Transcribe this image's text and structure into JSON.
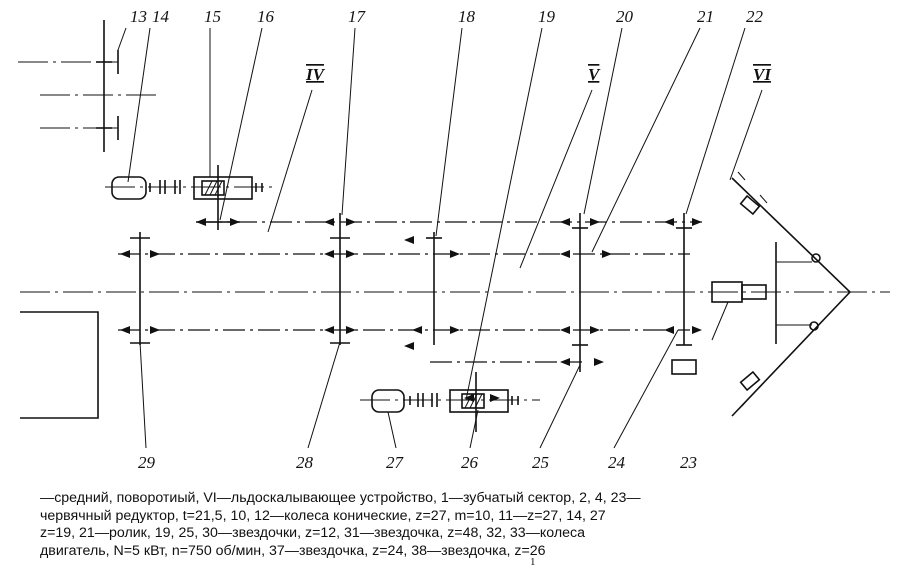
{
  "callouts_top": [
    "13",
    "14",
    "15",
    "16",
    "17",
    "18",
    "19",
    "20",
    "21",
    "22"
  ],
  "callouts_bottom": [
    "29",
    "28",
    "27",
    "26",
    "25",
    "24",
    "23"
  ],
  "shaft_labels": [
    "IV",
    "V",
    "VI"
  ],
  "caption": {
    "lines": [
      "—средний, поворотиый, VI—льдоскалывающее устройство, 1—зубчатый сектор, 2, 4, 23—",
      "червячный редуктор, t=21,5, 10, 12—колеса конические, z=27, m=10, 11—z=27, 14, 27",
      "z=19, 21—ролик, 19, 25, 30—звездочки, z=12, 31—звездочка, z=48, 32, 33—колеса",
      "двигатель, N=5 кВт, n=750 об/мин, 37—звездочка, z=24, 38—звездочка, z=26"
    ],
    "tail_mark": "1"
  }
}
